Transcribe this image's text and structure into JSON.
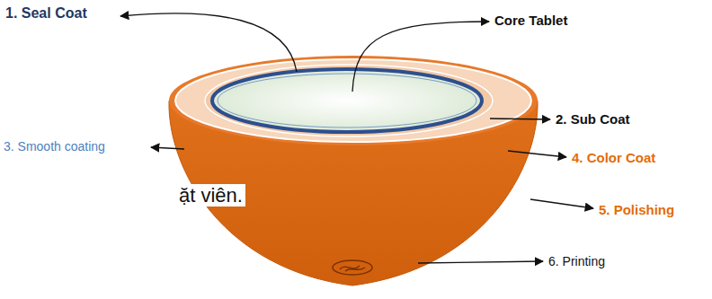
{
  "diagram": {
    "labels": [
      "1. Seal Coat",
      "Core Tablet",
      "3. Smooth coating",
      "2. Sub Coat",
      "4. Color Coat",
      "5. Polishing",
      "6. Printing",
      "ặt viên."
    ]
  }
}
